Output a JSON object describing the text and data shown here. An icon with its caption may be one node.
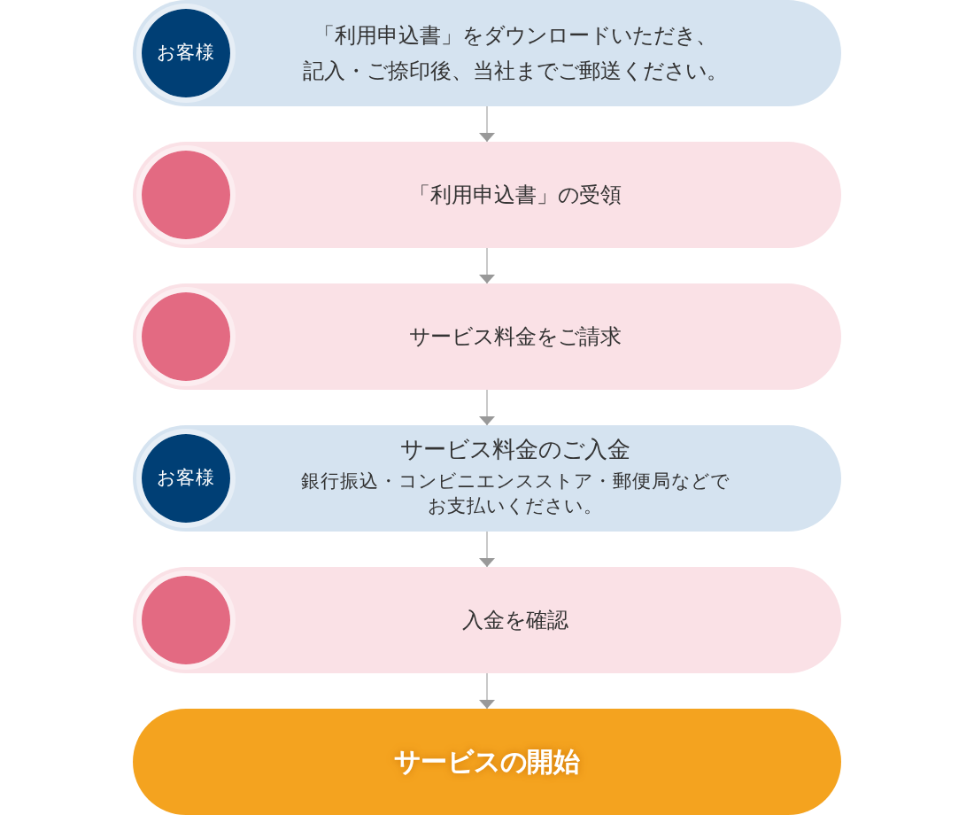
{
  "diagram": {
    "nodes": [
      {
        "text": [
          "「利用申込書」をダウンロードいただき、記入・ご捺印後、当社までご郵送ください。"
        ]
      },
      {
        "text": [
          "お客様"
        ],
        "in": 0
      },
      {
        "text": [
          "「利用申込書」の受領"
        ]
      },
      {
        "text": [],
        "shape": "circle",
        "in": 2
      },
      {
        "text": [
          "サービス料金をご請求"
        ]
      },
      {
        "text": [],
        "shape": "circle",
        "in": 4
      },
      {
        "text": [
          "サービス料金のご入金",
          "銀行振込・コンビニエンスストア・郵便局などでお支払いください。"
        ]
      },
      {
        "text": [
          "お客様"
        ],
        "in": 6
      },
      {
        "text": [
          "入金を確認"
        ]
      },
      {
        "text": [],
        "shape": "circle",
        "in": 8
      },
      {
        "text": [
          "サービスの開始"
        ]
      }
    ],
    "edges": [
      {
        "from": 0,
        "to": 2,
        "arrow": "to"
      },
      {
        "from": 2,
        "to": 4,
        "arrow": "to"
      },
      {
        "from": 4,
        "to": 6,
        "arrow": "to"
      },
      {
        "from": 6,
        "to": 8,
        "arrow": "to"
      },
      {
        "from": 8,
        "to": 10,
        "arrow": "to"
      }
    ]
  }
}
